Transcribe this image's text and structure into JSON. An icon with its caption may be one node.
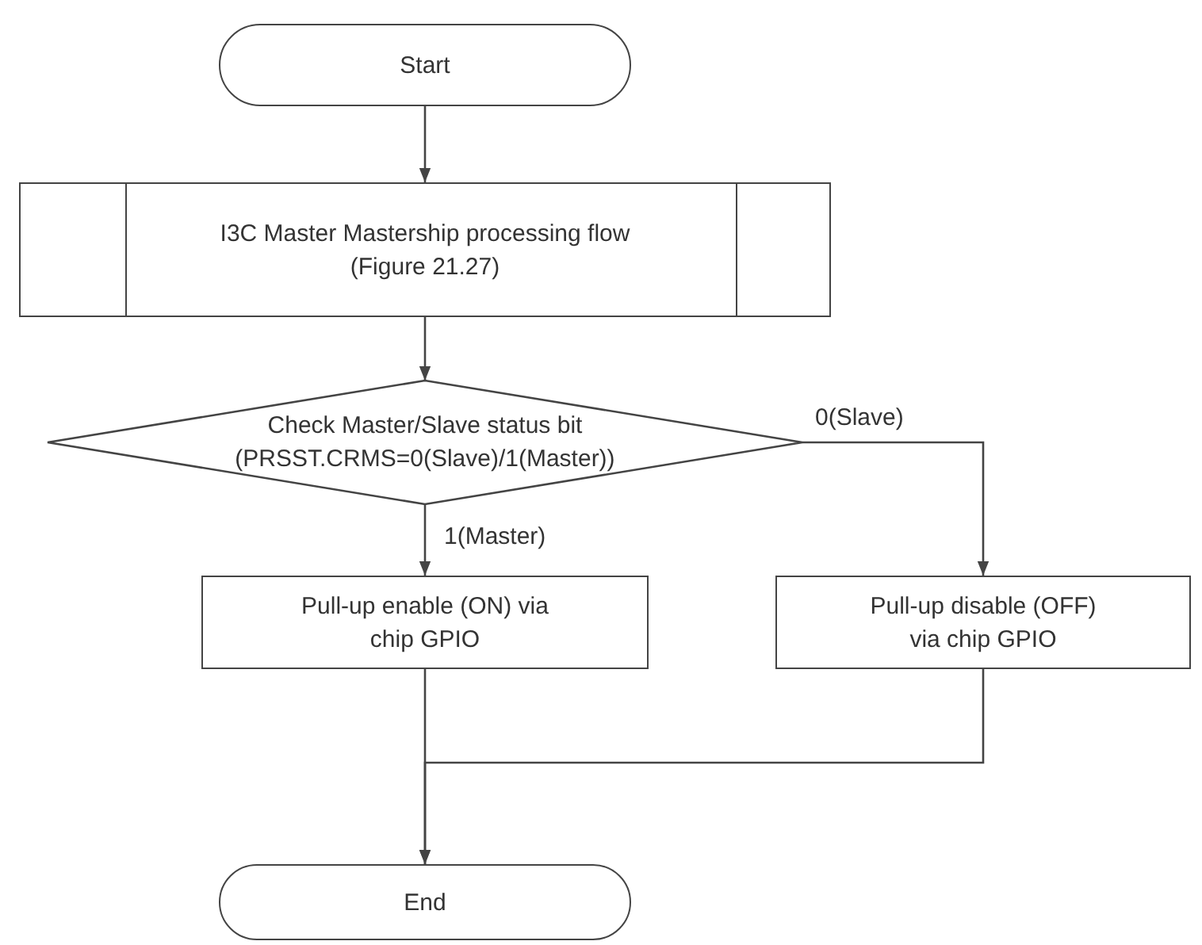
{
  "diagram": {
    "nodes": [
      {
        "text": [
          "Start"
        ]
      },
      {
        "text": [
          "I3C Master Mastership processing flow (Figure 21.27)"
        ]
      },
      {
        "text": [
          "Check Master/Slave status bit (PRSST.CRMS=0(Slave)/1(Master))"
        ]
      },
      {
        "text": [
          "Pull-up enable (ON) via chip GPIO"
        ]
      },
      {
        "text": [
          "Pull-up disable (OFF) via chip GPIO"
        ]
      },
      {
        "text": [
          "End"
        ]
      }
    ],
    "edges": [
      {
        "from": 0,
        "to": 1,
        "arrow": "to"
      },
      {
        "from": 1,
        "to": 2,
        "arrow": "to"
      },
      {
        "from": 2,
        "to": 3,
        "arrow": "to",
        "label": "1(Master)"
      },
      {
        "from": 2,
        "to": 4,
        "arrow": "to",
        "label": "0(Slave)"
      },
      {
        "from": 3,
        "to": 5,
        "arrow": "to"
      },
      {
        "from": 4,
        "to": 5,
        "arrow": "to"
      }
    ]
  }
}
